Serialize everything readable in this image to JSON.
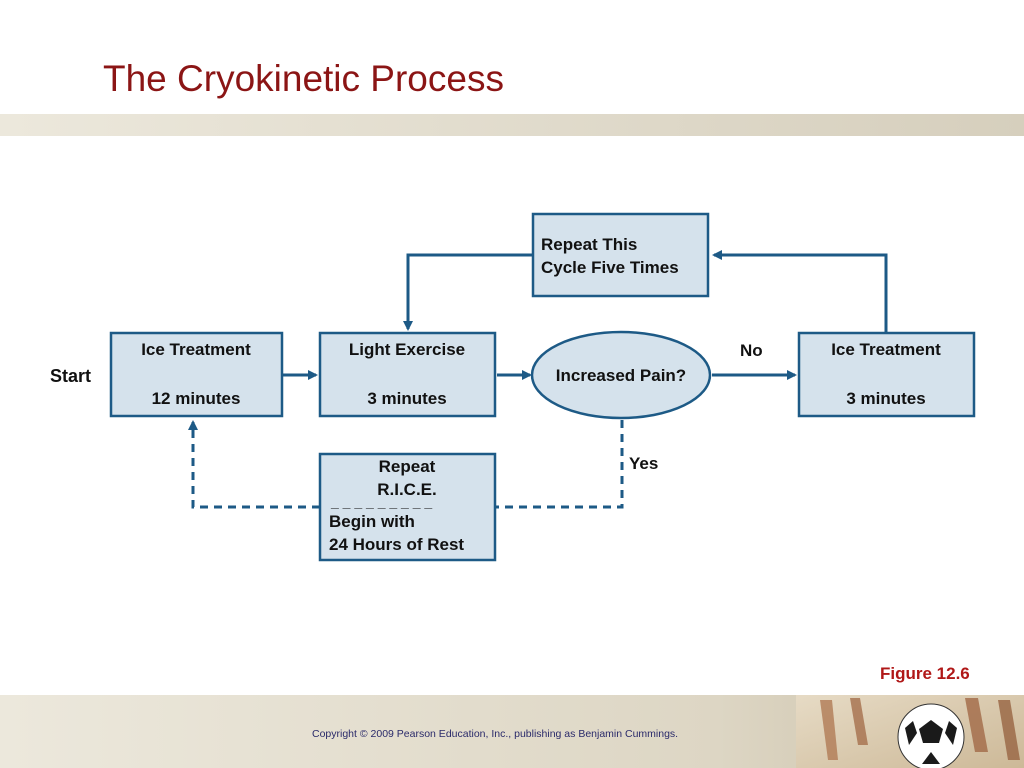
{
  "slide": {
    "title": "The Cryokinetic Process",
    "figure_label": "Figure 12.6",
    "copyright": "Copyright © 2009 Pearson Education, Inc., publishing as Benjamin Cummings."
  },
  "diagram": {
    "start_label": "Start",
    "ice_treatment_1": {
      "line1": "Ice Treatment",
      "line2": "12 minutes"
    },
    "light_exercise": {
      "line1": "Light Exercise",
      "line2": "3 minutes"
    },
    "decision": {
      "text": "Increased Pain?"
    },
    "no_label": "No",
    "yes_label": "Yes",
    "ice_treatment_2": {
      "line1": "Ice Treatment",
      "line2": "3 minutes"
    },
    "repeat_cycle": {
      "line1": "Repeat This",
      "line2": "Cycle Five Times"
    },
    "rice": {
      "line1": "Repeat",
      "line2": "R.I.C.E.",
      "divider": "_ _ _ _ _ _ _ _ _",
      "line3": "Begin with",
      "line4": "24 Hours of Rest"
    }
  },
  "colors": {
    "box_fill": "#d5e2ec",
    "box_stroke": "#1d5a86",
    "arrow": "#1d5a86",
    "title": "#8b1515"
  }
}
